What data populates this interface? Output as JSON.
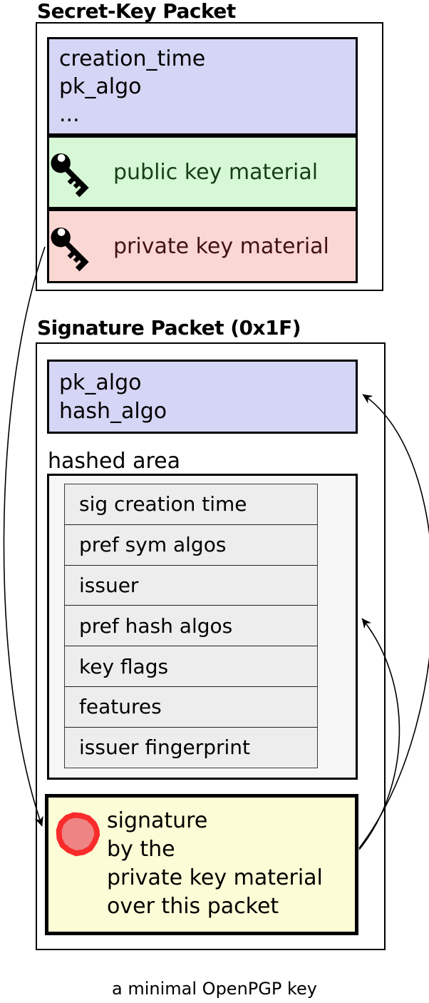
{
  "secret_key_packet": {
    "title": "Secret-Key Packet",
    "fields": [
      "creation_time",
      "pk_algo",
      "..."
    ],
    "public_key_label": "public key material",
    "private_key_label": "private key material"
  },
  "signature_packet": {
    "title": "Signature Packet (0x1F)",
    "fields": [
      "pk_algo",
      "hash_algo"
    ],
    "hashed_area_label": "hashed area",
    "subpackets": [
      "sig creation time",
      "pref sym algos",
      "issuer",
      "pref hash algos",
      "key flags",
      "features",
      "issuer fingerprint"
    ],
    "signature_lines": [
      "signature",
      "by the",
      "private key material",
      "over this packet"
    ]
  },
  "caption": "a minimal OpenPGP key",
  "icons": {
    "public_key": "key-icon",
    "private_key": "key-icon",
    "signature": "seal-icon",
    "arrows": [
      "private-key-to-signature-arrow",
      "signature-to-algo-fields-arrow",
      "signature-to-hashed-area-arrow"
    ]
  },
  "colors": {
    "header_fill": "#d5d5f6",
    "public_fill": "#d6f8d6",
    "public_text": "#173f17",
    "private_fill": "#fbd7d4",
    "private_text": "#421212",
    "hashed_fill": "#f6f6f7",
    "subpacket_fill": "#ededed",
    "signature_fill": "#fcfcd6",
    "seal_ring": "#f92b2b",
    "seal_fill": "#ee8484",
    "line_color": "#000000"
  }
}
